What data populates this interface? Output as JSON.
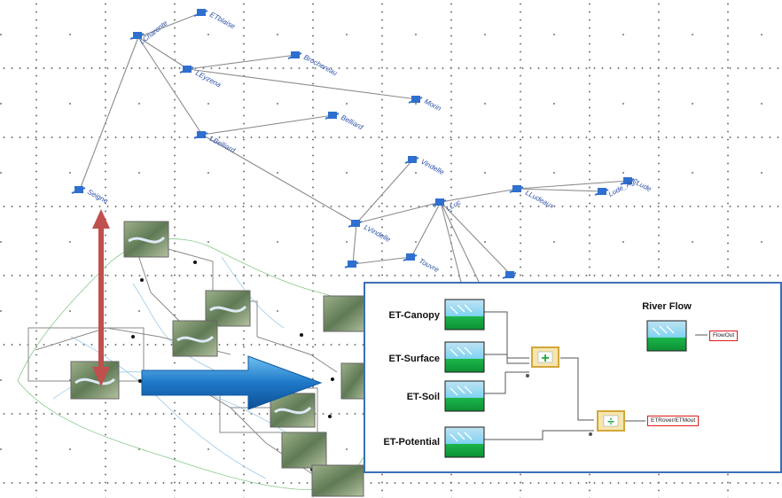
{
  "network": {
    "nodes": [
      {
        "id": "n1",
        "label": "LCharente"
      },
      {
        "id": "n2",
        "label": "ETblaise"
      },
      {
        "id": "n3",
        "label": "Brochereau"
      },
      {
        "id": "n4",
        "label": "LEyzena"
      },
      {
        "id": "n5",
        "label": "Morin"
      },
      {
        "id": "n6",
        "label": "Belliard"
      },
      {
        "id": "n7",
        "label": "LBelliard"
      },
      {
        "id": "n8",
        "label": "Seigne"
      },
      {
        "id": "n9",
        "label": "Vindelle"
      },
      {
        "id": "n10",
        "label": "LVindelle"
      },
      {
        "id": "n11",
        "label": "LLuc"
      },
      {
        "id": "n12",
        "label": "Lude"
      },
      {
        "id": "n13",
        "label": "LLudeaux"
      },
      {
        "id": "n14",
        "label": "Lude_Agn"
      },
      {
        "id": "n15",
        "label": "Touvre"
      },
      {
        "id": "n16",
        "label": ""
      },
      {
        "id": "n17",
        "label": ""
      }
    ]
  },
  "model": {
    "inputs": [
      {
        "label": "ET-Canopy"
      },
      {
        "label": "ET-Surface"
      },
      {
        "label": "ET-Soil"
      },
      {
        "label": "ET-Potential"
      }
    ],
    "river_flow_label": "River Flow",
    "flow_out_label": "FlowOut",
    "ratio_out_label": "ETRover/ETMout",
    "add_operator": "+",
    "divide_operator": "÷"
  },
  "colors": {
    "panel_border": "#3b6fb6",
    "output_border": "#e01b1b",
    "operator_fill": "#f5e6b0",
    "operator_border": "#d4a63a",
    "arrow_vertical": "#c0504d",
    "arrow_horizontal": "#1e78c8",
    "node_icon": "#2f6fcf"
  }
}
